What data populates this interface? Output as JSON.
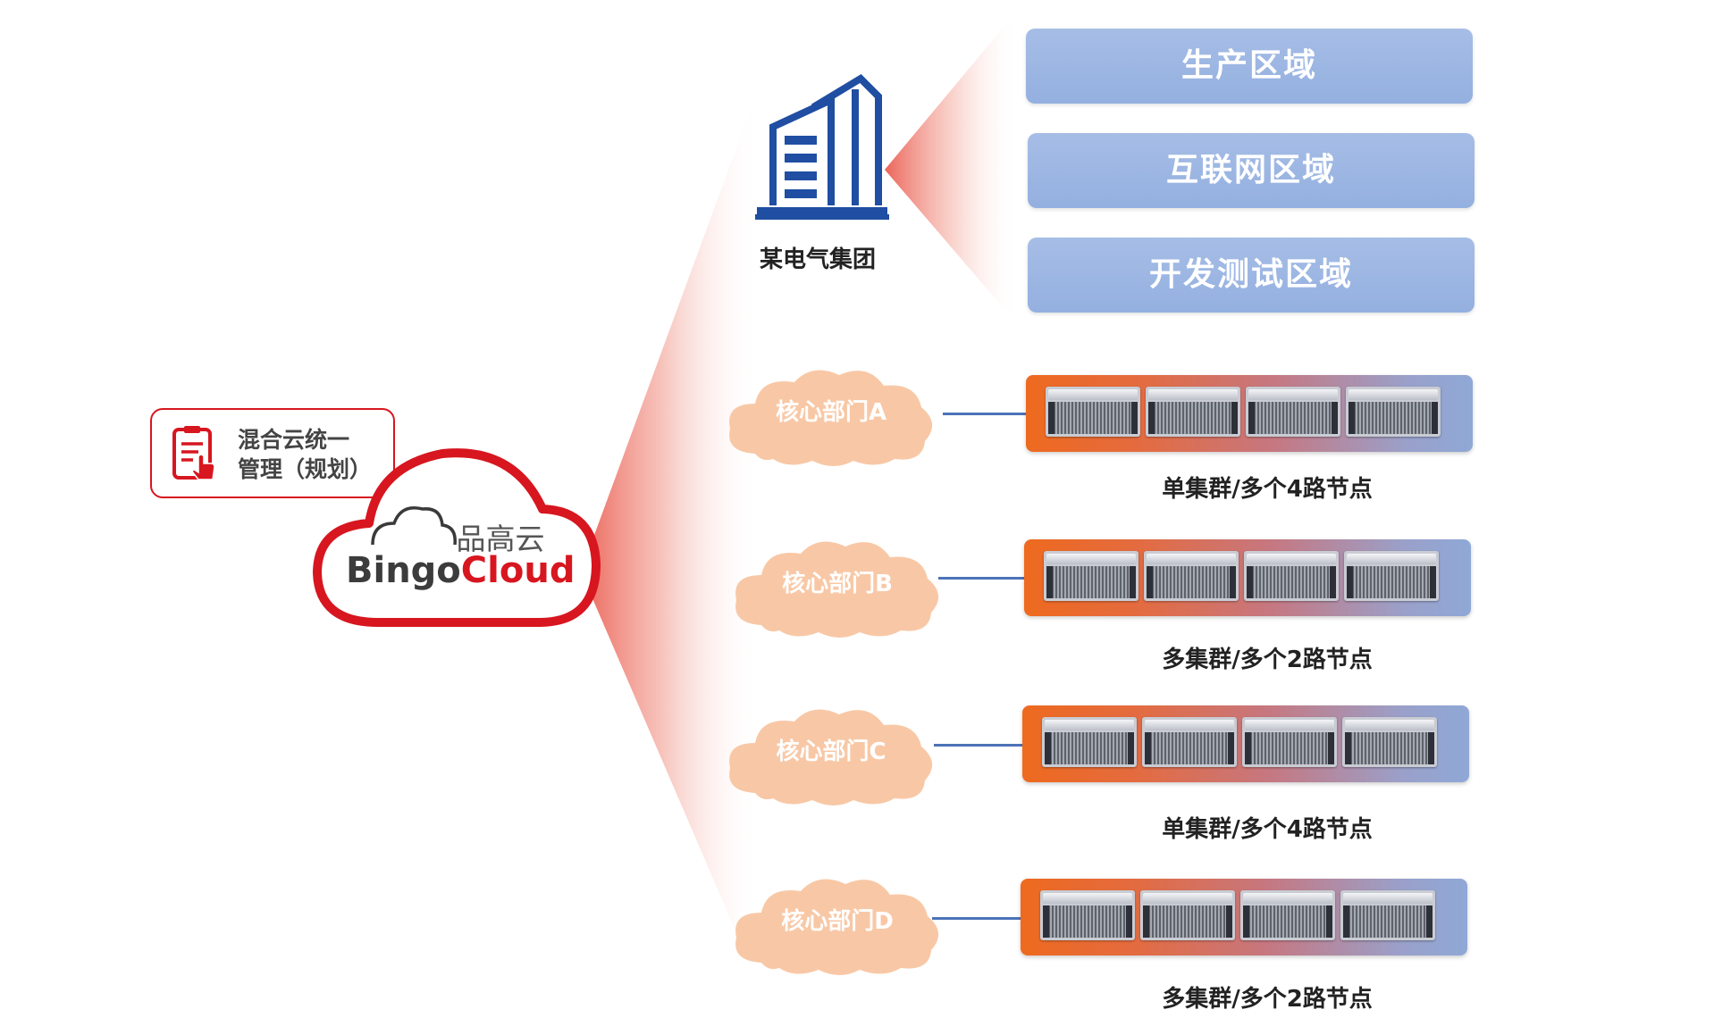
{
  "colors": {
    "brand_red": "#d7161f",
    "zone_blue": "#a6bde6",
    "connector_blue": "#4c73b8",
    "dept_orange": "#f6c7a4",
    "building_blue": "#1f4ea3"
  },
  "management": {
    "icon": "tablet-touch-icon",
    "line1": "混合云统一",
    "line2": "管理（规划）"
  },
  "brand": {
    "cn": "品高云",
    "en_a": "Bingo",
    "en_b": "Cloud"
  },
  "group": {
    "icon": "building-icon",
    "label": "某电气集团"
  },
  "zones": [
    {
      "label": "生产区域"
    },
    {
      "label": "互联网区域"
    },
    {
      "label": "开发测试区域"
    }
  ],
  "departments": [
    {
      "name": "核心部门A",
      "cluster": "单集群/多个4路节点"
    },
    {
      "name": "核心部门B",
      "cluster": "多集群/多个2路节点"
    },
    {
      "name": "核心部门C",
      "cluster": "单集群/多个4路节点"
    },
    {
      "name": "核心部门D",
      "cluster": "多集群/多个2路节点"
    }
  ]
}
